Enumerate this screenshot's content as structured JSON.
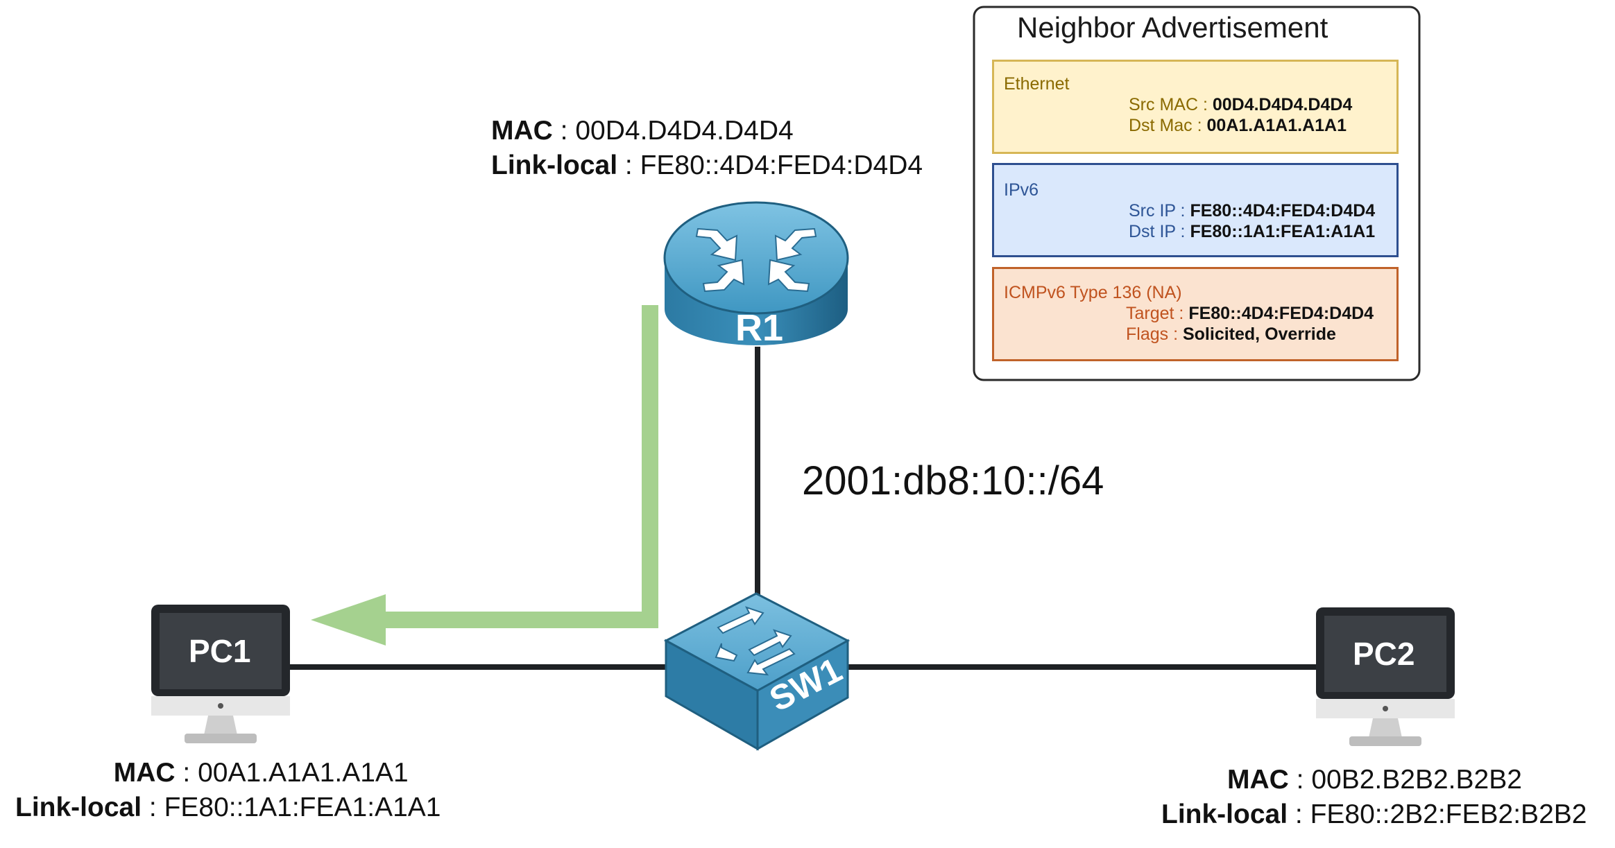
{
  "subnet": "2001:db8:10::/64",
  "devices": {
    "r1": {
      "label": "R1",
      "mac_key": "MAC",
      "mac": "00D4.D4D4.D4D4",
      "ll_key": "Link-local",
      "ll": "FE80::4D4:FED4:D4D4"
    },
    "sw1": {
      "label": "SW1"
    },
    "pc1": {
      "label": "PC1",
      "mac_key": "MAC",
      "mac": "00A1.A1A1.A1A1",
      "ll_key": "Link-local",
      "ll": "FE80::1A1:FEA1:A1A1"
    },
    "pc2": {
      "label": "PC2",
      "mac_key": "MAC",
      "mac": "00B2.B2B2.B2B2",
      "ll_key": "Link-local",
      "ll": "FE80::2B2:FEB2:B2B2"
    }
  },
  "packet": {
    "title": "Neighbor Advertisement",
    "ethernet": {
      "name": "Ethernet",
      "src_label": "Src MAC : ",
      "src": "00D4.D4D4.D4D4",
      "dst_label": "Dst Mac : ",
      "dst": "00A1.A1A1.A1A1"
    },
    "ipv6": {
      "name": "IPv6",
      "src_label": "Src IP : ",
      "src": "FE80::4D4:FED4:D4D4",
      "dst_label": "Dst IP : ",
      "dst": "FE80::1A1:FEA1:A1A1"
    },
    "icmpv6": {
      "name": "ICMPv6 Type 136 (NA)",
      "target_label": "Target : ",
      "target": "FE80::4D4:FED4:D4D4",
      "flags_label": "Flags : ",
      "flags": "Solicited, Override"
    }
  },
  "colors": {
    "link": "#1e2124",
    "flow_arrow": "#a5d18f",
    "device_blue": "#3c8db6",
    "device_blue_dark": "#1f5f80",
    "ethernet_bg": "#fff2cc",
    "ethernet_border": "#d6b656",
    "ethernet_text": "#8a6a00",
    "ipv6_bg": "#dae8fc",
    "ipv6_border": "#2e4f8f",
    "ipv6_text": "#2e5596",
    "icmp_bg": "#fbe3d0",
    "icmp_border": "#c0622a",
    "icmp_text": "#c0531f"
  },
  "icons": {
    "router": "router-icon",
    "switch": "switch-icon",
    "pc": "desktop-computer-icon",
    "flow": "return-arrow-icon"
  }
}
